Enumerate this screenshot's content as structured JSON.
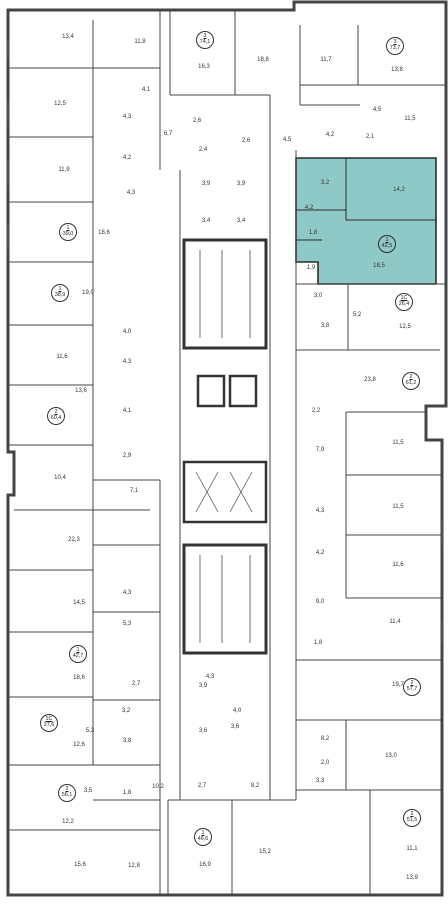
{
  "plan": {
    "accent_color": "#8ec9c8",
    "selected_unit": "unit-42-5",
    "apartments": [
      {
        "id": "unit-74-1",
        "rooms": "3",
        "area": "74,1"
      },
      {
        "id": "unit-73-7",
        "rooms": "3",
        "area": "73,7"
      },
      {
        "id": "unit-39-0",
        "rooms": "1",
        "area": "39,0"
      },
      {
        "id": "unit-42-5",
        "rooms": "1",
        "area": "42,5"
      },
      {
        "id": "unit-38-9",
        "rooms": "1",
        "area": "38,9"
      },
      {
        "id": "unit-26-4",
        "rooms": "1С",
        "area": "26,4"
      },
      {
        "id": "unit-61-2",
        "rooms": "2",
        "area": "61,2"
      },
      {
        "id": "unit-60-4",
        "rooms": "2",
        "area": "60,4"
      },
      {
        "id": "unit-42-7",
        "rooms": "1",
        "area": "42,7"
      },
      {
        "id": "unit-57-7",
        "rooms": "2",
        "area": "57,7"
      },
      {
        "id": "unit-27-6",
        "rooms": "1С",
        "area": "27,6"
      },
      {
        "id": "unit-56-1",
        "rooms": "2",
        "area": "56,1"
      },
      {
        "id": "unit-51-5",
        "rooms": "2",
        "area": "51,5"
      },
      {
        "id": "unit-46-6",
        "rooms": "1",
        "area": "46,6"
      }
    ],
    "rooms": [
      "13,4",
      "11,8",
      "16,3",
      "18,8",
      "11,7",
      "13,8",
      "4,1",
      "4,3",
      "12,5",
      "6,7",
      "2,6",
      "2,6",
      "4,5",
      "4,5",
      "11,5",
      "4,2",
      "2,1",
      "4,2",
      "2,4",
      "11,9",
      "3,9",
      "3,9",
      "14,2",
      "4,3",
      "3,2",
      "4,2",
      "18,6",
      "3,4",
      "3,4",
      "1,8",
      "18,5",
      "19,0",
      "1,9",
      "3,0",
      "4,0",
      "3,8",
      "5,2",
      "12,5",
      "11,6",
      "4,3",
      "23,8",
      "13,6",
      "4,1",
      "2,2",
      "11,5",
      "2,9",
      "10,4",
      "7,9",
      "7,1",
      "11,5",
      "4,3",
      "22,3",
      "4,2",
      "11,6",
      "14,5",
      "4,3",
      "9,0",
      "5,3",
      "11,4",
      "1,8",
      "18,6",
      "4,3",
      "2,7",
      "3,9",
      "4,0",
      "19,7",
      "3,2",
      "3,6",
      "5,3",
      "3,8",
      "3,6",
      "12,6",
      "8,2",
      "2,0",
      "13,0",
      "3,5",
      "1,8",
      "10,2",
      "3,3",
      "2,7",
      "8,2",
      "12,2",
      "11,1",
      "13,9",
      "15,6",
      "12,8",
      "16,9",
      "15,2"
    ]
  }
}
